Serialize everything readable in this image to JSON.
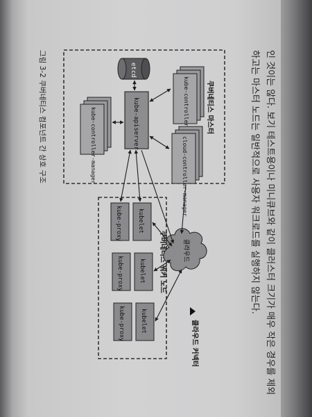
{
  "page_text": {
    "line1": "인 것이는 않다. 보기 테스트용이나 미니큐브와 같이 클러스터 크기가 매우 작은 경우를 제외",
    "line2": "하고는 마스터 노드는 일반적으로 사용자 워크로드를 실행하지 않는다."
  },
  "figure": {
    "caption": "그림 3-2 쿠버네티스 컴포넌트 간 상호 구조",
    "master_label": "쿠버네티스 마스터",
    "worker_label": "쿠버네티스 워커 노드",
    "etcd": "etcd",
    "apiserver": "kube-apiserver",
    "kube_controller_manager": "kube-controller-manager",
    "cloud_controller_manager": "cloud-controller-manager",
    "kube_scheduler": "kube-controller-manager",
    "cloud": "클라우드",
    "cloud_connector": "클라우드 커넥터",
    "kubelet": "kubelet",
    "kube_proxy": "kube-proxy"
  }
}
